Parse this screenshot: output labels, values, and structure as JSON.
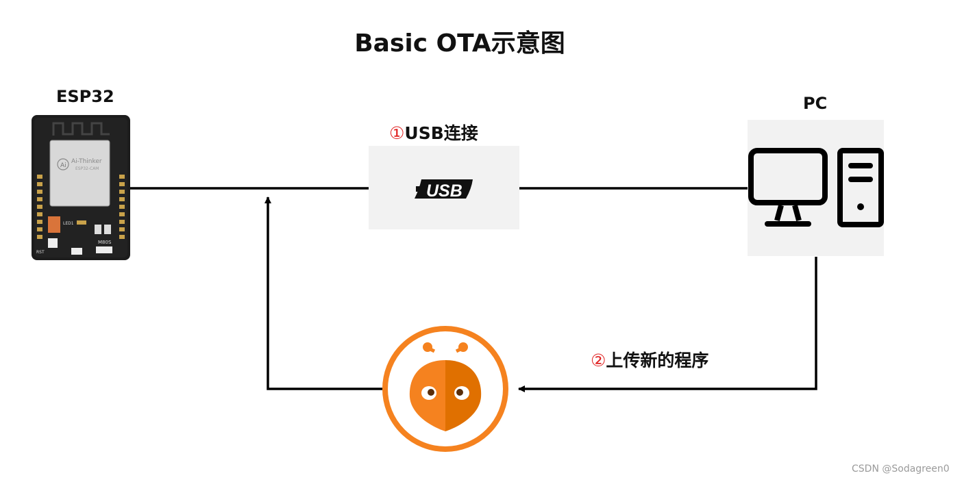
{
  "title": "Basic OTA示意图",
  "nodes": {
    "esp32": {
      "label": "ESP32",
      "board_text": "Ai-Thinker",
      "board_model": "ESP32-CAM",
      "led_text": "LED1",
      "rst_text": "RST",
      "bottom_text": "M80S"
    },
    "pc": {
      "label": "PC"
    },
    "usb": {
      "step": "①",
      "label": "USB连接",
      "logo_text": "USB"
    },
    "platformio": {
      "name": "PlatformIO"
    }
  },
  "edges": {
    "upload": {
      "step": "②",
      "label": "上传新的程序"
    }
  },
  "colors": {
    "line": "#000000",
    "step_marker": "#e02020",
    "platformio_orange": "#f5821f",
    "platformio_dark": "#e07000",
    "panel_bg": "#f2f2f2",
    "board": "#1c1c1c"
  },
  "watermark": "CSDN @Sodagreen0"
}
